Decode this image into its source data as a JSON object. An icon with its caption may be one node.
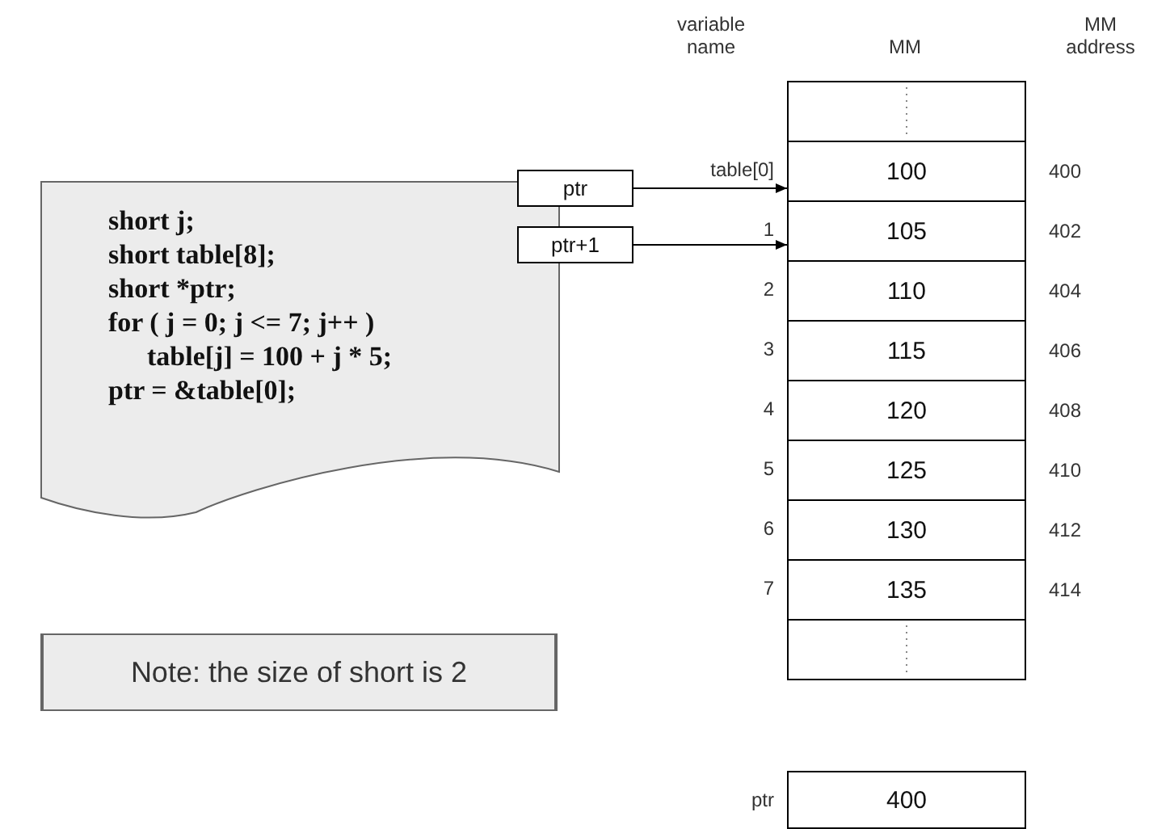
{
  "diagram": {
    "nodes": [
      {
        "text": [
          "short j;",
          "short table[8];",
          "short *ptr;",
          "for ( j = 0; j <= 7; j++ )",
          "table[j] = 100 + j * 5;",
          "ptr = &table[0];"
        ]
      },
      {
        "text": [
          "ptr"
        ]
      },
      {
        "text": [
          "ptr+1"
        ]
      },
      {
        "text": [],
        "shape": "box"
      },
      {
        "text": [
          "100"
        ],
        "beside": [
          "table[0]",
          "400"
        ]
      },
      {
        "text": [
          "105"
        ],
        "beside": [
          "1",
          "402"
        ]
      },
      {
        "text": [
          "110"
        ],
        "beside": [
          "2",
          "404"
        ]
      },
      {
        "text": [
          "115"
        ],
        "beside": [
          "3",
          "406"
        ]
      },
      {
        "text": [
          "120"
        ],
        "beside": [
          "4",
          "408"
        ]
      },
      {
        "text": [
          "125"
        ],
        "beside": [
          "5",
          "410"
        ]
      },
      {
        "text": [
          "130"
        ],
        "beside": [
          "6",
          "412"
        ]
      },
      {
        "text": [
          "135"
        ],
        "beside": [
          "7",
          "414"
        ]
      },
      {
        "text": [],
        "shape": "box"
      },
      {
        "text": [
          "Note: the size of short is 2"
        ]
      },
      {
        "text": [
          "400"
        ],
        "beside": [
          "ptr"
        ]
      }
    ],
    "edges": [
      {
        "from": 1,
        "to": 4,
        "arrow": "to"
      },
      {
        "from": 2,
        "to": 5,
        "arrow": "to"
      }
    ],
    "labels": [
      "variable name",
      "MM",
      "MM address"
    ]
  }
}
